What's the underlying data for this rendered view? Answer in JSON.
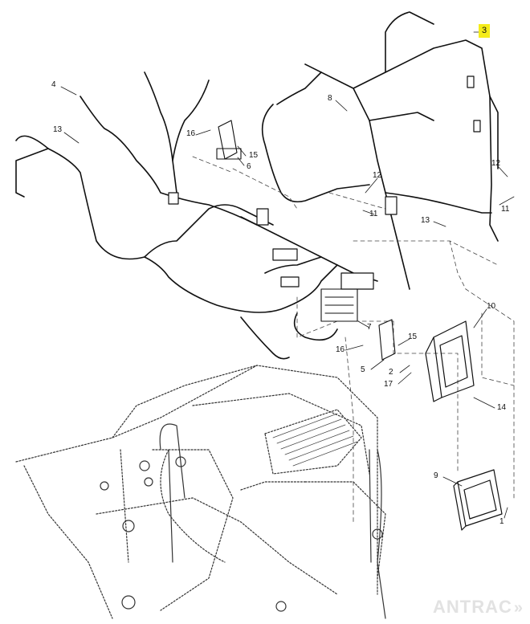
{
  "diagram": {
    "callouts": [
      {
        "id": "c3",
        "label": "3",
        "highlight": true
      },
      {
        "id": "c4",
        "label": "4"
      },
      {
        "id": "c13a",
        "label": "13"
      },
      {
        "id": "c16a",
        "label": "16"
      },
      {
        "id": "c15a",
        "label": "15"
      },
      {
        "id": "c6",
        "label": "6"
      },
      {
        "id": "c8",
        "label": "8"
      },
      {
        "id": "c12a",
        "label": "12"
      },
      {
        "id": "c11a",
        "label": "11"
      },
      {
        "id": "c12b",
        "label": "12"
      },
      {
        "id": "c11b",
        "label": "11"
      },
      {
        "id": "c13b",
        "label": "13"
      },
      {
        "id": "c10",
        "label": "10"
      },
      {
        "id": "c7",
        "label": "7"
      },
      {
        "id": "c15b",
        "label": "15"
      },
      {
        "id": "c16b",
        "label": "16"
      },
      {
        "id": "c5",
        "label": "5"
      },
      {
        "id": "c2",
        "label": "2"
      },
      {
        "id": "c17",
        "label": "17"
      },
      {
        "id": "c14",
        "label": "14"
      },
      {
        "id": "c9",
        "label": "9"
      },
      {
        "id": "c1",
        "label": "1"
      }
    ],
    "highlight_color": "#f5ec1a",
    "line_color": "#1a1a1a",
    "watermark": "ANTRAC"
  }
}
